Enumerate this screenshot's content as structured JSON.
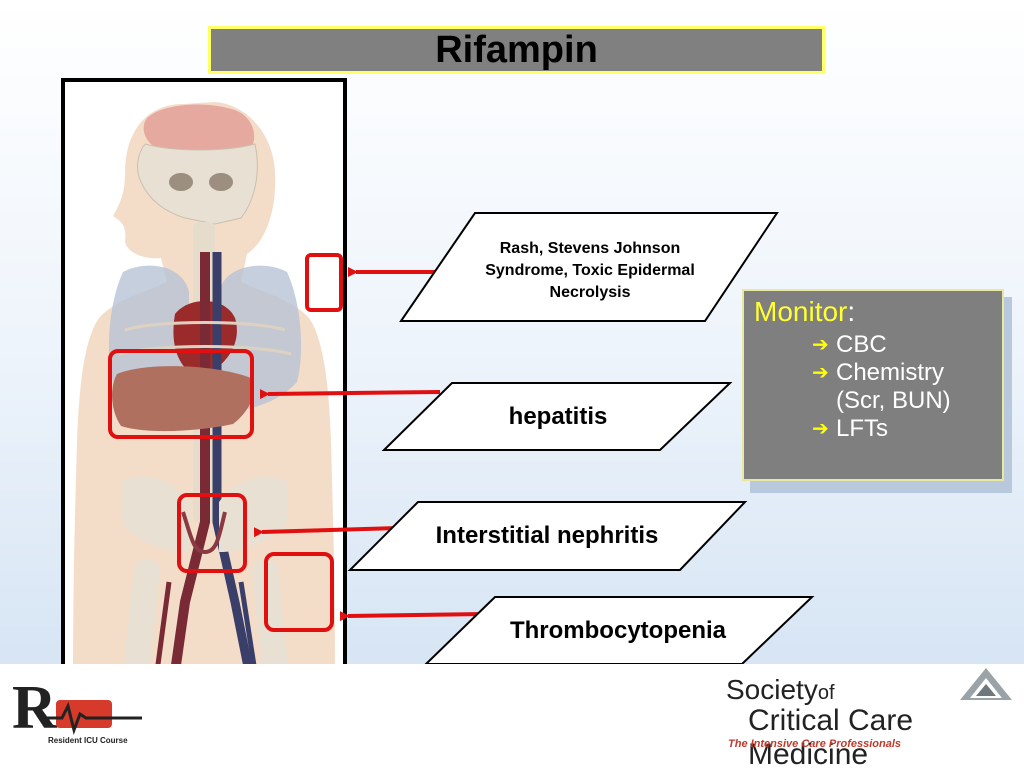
{
  "title": "Rifampin",
  "effects": [
    {
      "id": "rash",
      "lines": [
        "Rash, Stevens Johnson",
        "Syndrome, Toxic Epidermal",
        "Necrolysis"
      ]
    },
    {
      "id": "hepatitis",
      "lines": [
        "hepatitis"
      ]
    },
    {
      "id": "nephritis",
      "lines": [
        "Interstitial nephritis"
      ]
    },
    {
      "id": "thrombo",
      "lines": [
        "Thrombocytopenia"
      ]
    }
  ],
  "monitor": {
    "heading": "Monitor",
    "colon": ":",
    "items": [
      "CBC",
      "Chemistry",
      "(Scr, BUN)",
      "LFTs"
    ]
  },
  "footer": {
    "ricu_caption": "Resident ICU Course",
    "sccm_line1": "Society",
    "sccm_of": "of",
    "sccm_line2": "Critical Care Medicine",
    "sccm_tagline": "The Intensive Care Professionals"
  },
  "colors": {
    "highlight_box": "#e01010",
    "arrow": "#e01010",
    "monitor_bg": "#7f7f7f",
    "monitor_heading": "#ffff33",
    "title_bg": "#808080",
    "title_border": "#ffff66"
  }
}
